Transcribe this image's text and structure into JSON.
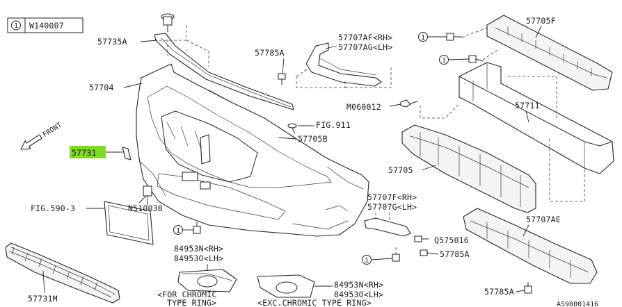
{
  "ref_box": {
    "circle_num": "1",
    "code": "W140007"
  },
  "direction": {
    "label": "FRONT"
  },
  "footer": {
    "code": "A590001416"
  },
  "accent": {
    "highlight_color": "#7ddc1f"
  },
  "labels": {
    "p57735A": "57735A",
    "p57704": "57704",
    "p57731": "57731",
    "fig590": "FIG.590-3",
    "n510038": "N510038",
    "p57731M": "57731M",
    "p57785A_top": "57785A",
    "p57707AF": "57707AF<RH>",
    "p57707AG": "57707AG<LH>",
    "p57705F": "57705F",
    "m060012": "M060012",
    "p57711": "57711",
    "fig911": "FIG.911",
    "p57705B": "57705B",
    "p57705": "57705",
    "p57707F": "57707F<RH>",
    "p57707G": "57707G<LH>",
    "q575016": "Q575016",
    "p57785A_mid": "57785A",
    "p57707AE": "57707AE",
    "p57785A_bot": "57785A",
    "p84953N_a": "84953N<RH>",
    "p84953O_a": "84953O<LH>",
    "for_chromic_1": "<FOR CHROMIC",
    "for_chromic_2": "TYPE RING>",
    "p84953N_b": "84953N<RH>",
    "p84953O_b": "84953O<LH>",
    "exc_chromic": "<EXC.CHROMIC TYPE RING>"
  },
  "circle_refs": [
    "1",
    "1",
    "1",
    "1"
  ]
}
